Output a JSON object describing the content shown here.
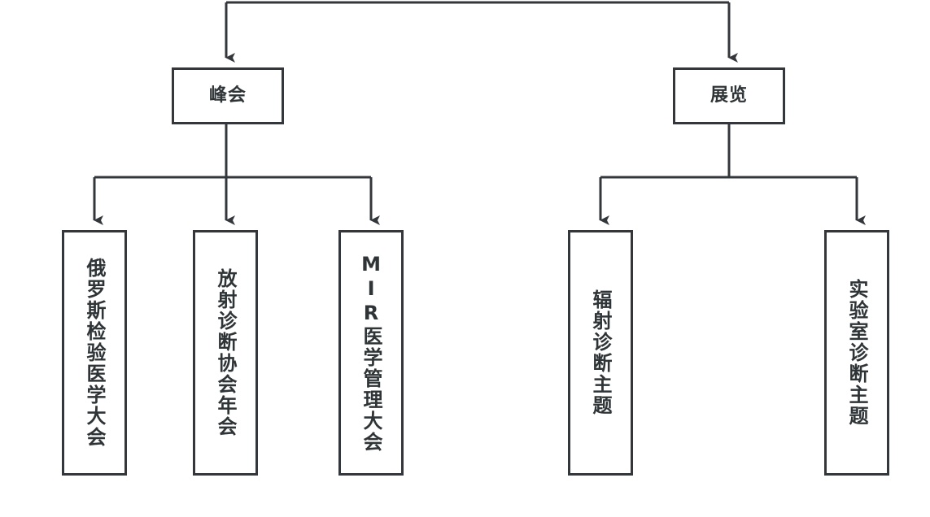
{
  "diagram": {
    "type": "tree",
    "orientation": "top-down",
    "title": "",
    "line_color": "#33373b",
    "text_color": "#2f3437",
    "background": "#ffffff",
    "root": {
      "label": "",
      "visible": false
    },
    "level1": [
      {
        "id": "summit",
        "label": "峰会",
        "orientation": "horizontal"
      },
      {
        "id": "exhibition",
        "label": "展览",
        "orientation": "horizontal"
      }
    ],
    "level2": {
      "summit_children": [
        {
          "id": "russia-lab-medicine-congress",
          "label": "俄罗斯检验医学大会",
          "orientation": "vertical"
        },
        {
          "id": "radiology-assoc-annual-meeting",
          "label": "放射诊断协会年会",
          "orientation": "vertical"
        },
        {
          "id": "mir-medical-management-congress",
          "label": "MIR医学管理大会",
          "orientation": "vertical"
        }
      ],
      "exhibition_children": [
        {
          "id": "radiation-diagnosis-theme",
          "label": "辐射诊断主题",
          "orientation": "vertical"
        },
        {
          "id": "laboratory-diagnosis-theme",
          "label": "实验室诊断主题",
          "orientation": "vertical"
        }
      ]
    },
    "edges": [
      {
        "from": "root",
        "to": "summit"
      },
      {
        "from": "root",
        "to": "exhibition"
      },
      {
        "from": "summit",
        "to": "russia-lab-medicine-congress"
      },
      {
        "from": "summit",
        "to": "radiology-assoc-annual-meeting"
      },
      {
        "from": "summit",
        "to": "mir-medical-management-congress"
      },
      {
        "from": "exhibition",
        "to": "radiation-diagnosis-theme"
      },
      {
        "from": "exhibition",
        "to": "laboratory-diagnosis-theme"
      }
    ]
  }
}
